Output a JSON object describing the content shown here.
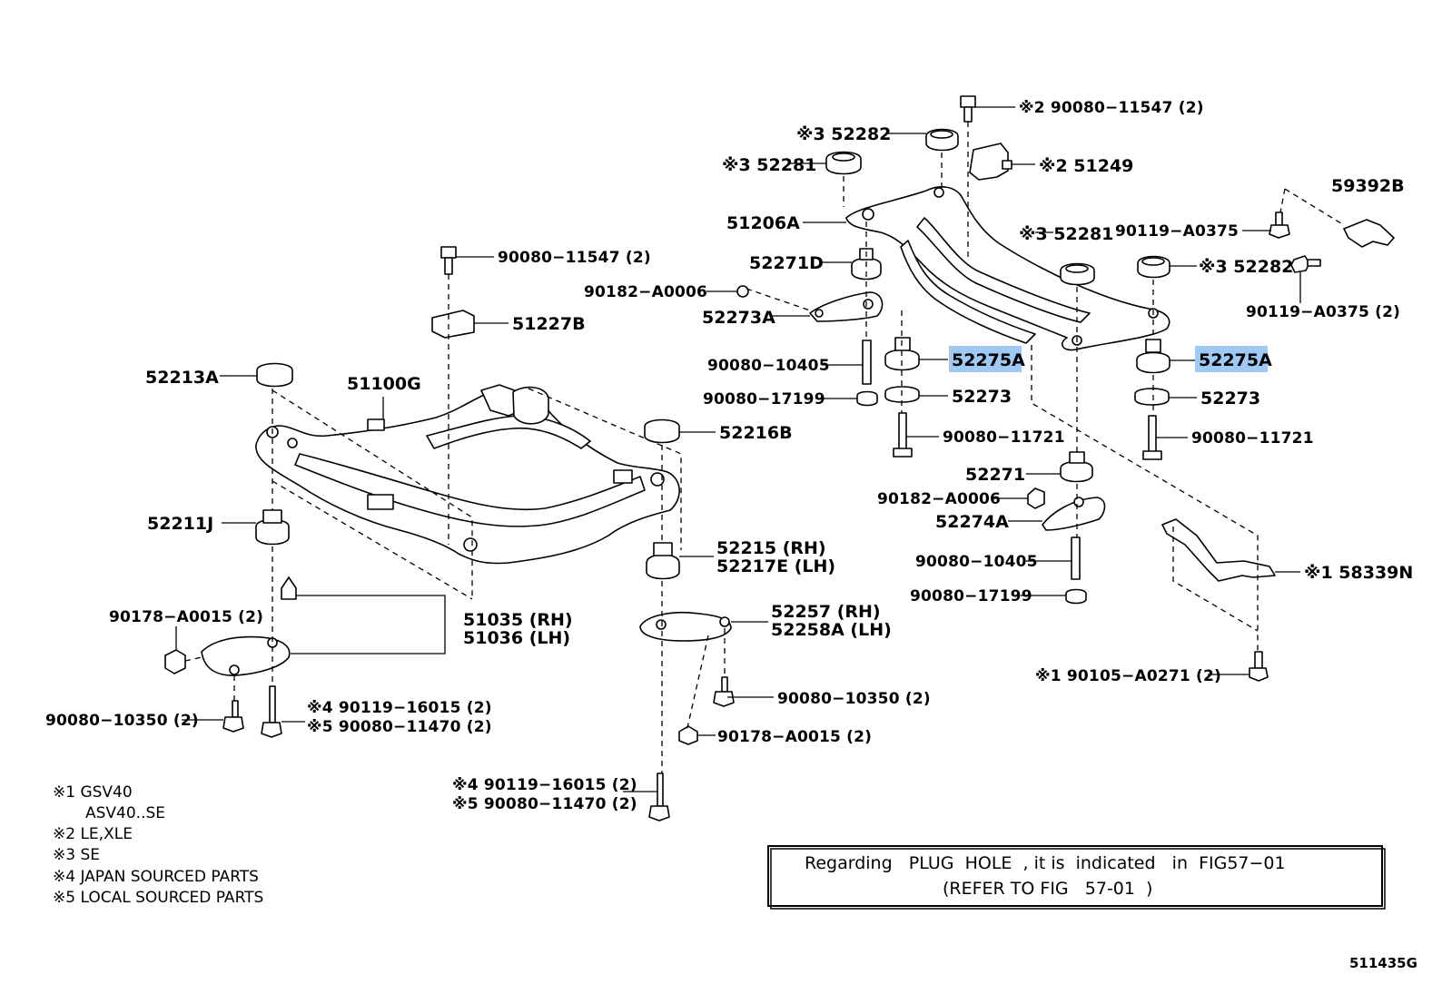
{
  "labels": {
    "p_90080_11547_top": "※2 90080−11547 (2)",
    "p_52282_a": "※3 52282",
    "p_51249": "※2 51249",
    "p_52281_a": "※3 52281",
    "p_59392b": "59392B",
    "p_51206a": "51206A",
    "p_52281_b": "※3 52281",
    "p_90119_a0375": "90119−A0375",
    "p_52282_b": "※3 52282",
    "p_52271d": "52271D",
    "p_90119_a0375_2": "90119−A0375 (2)",
    "p_90182_a0006_a": "90182−A0006",
    "p_52273a": "52273A",
    "p_52275a_left": "52275A",
    "p_52275a_right": "52275A",
    "p_90080_10405_a": "90080−10405",
    "p_52273_left": "52273",
    "p_52273_right": "52273",
    "p_90080_17199_a": "90080−17199",
    "p_90080_11721_left": "90080−11721",
    "p_90080_11721_right": "90080−11721",
    "p_52271": "52271",
    "p_90182_a0006_b": "90182−A0006",
    "p_52274a": "52274A",
    "p_90080_10405_b": "90080−10405",
    "p_58339n": "※1 58339N",
    "p_90080_17199_b": "90080−17199",
    "p_90105_a0271": "※1 90105−A0271 (2)",
    "p_90080_11547_mid": "90080−11547 (2)",
    "p_51227b": "51227B",
    "p_52213a": "52213A",
    "p_51100g": "51100G",
    "p_52216b": "52216B",
    "p_52211j": "52211J",
    "p_52215": "52215 (RH)",
    "p_52217e": "52217E (LH)",
    "p_90178_a0015_a": "90178−A0015 (2)",
    "p_51035": "51035 (RH)",
    "p_51036": "51036 (LH)",
    "p_52257": "52257 (RH)",
    "p_52258a": "52258A (LH)",
    "p_90080_10350_right": "90080−10350 (2)",
    "p_90080_10350_left": "90080−10350 (2)",
    "p_90119_16015_a": "※4 90119−16015 (2)",
    "p_90080_11470_a": "※5 90080−11470 (2)",
    "p_90178_a0015_b": "90178−A0015 (2)",
    "p_90119_16015_b": "※4 90119−16015 (2)",
    "p_90080_11470_b": "※5 90080−11470 (2)"
  },
  "notes": [
    "※1 GSV40",
    "ASV40..SE",
    "※2 LE,XLE",
    "※3 SE",
    "※4 JAPAN SOURCED PARTS",
    "※5 LOCAL SOURCED PARTS"
  ],
  "info_box": {
    "line1": "Regarding   PLUG  HOLE  , it is  indicated   in  FIG57−01",
    "line2": "(REFER TO FIG   57-01  )"
  },
  "figure_code": "511435G",
  "colors": {
    "highlight": "#9fc9f3",
    "ink": "#000000",
    "paper": "#ffffff"
  }
}
